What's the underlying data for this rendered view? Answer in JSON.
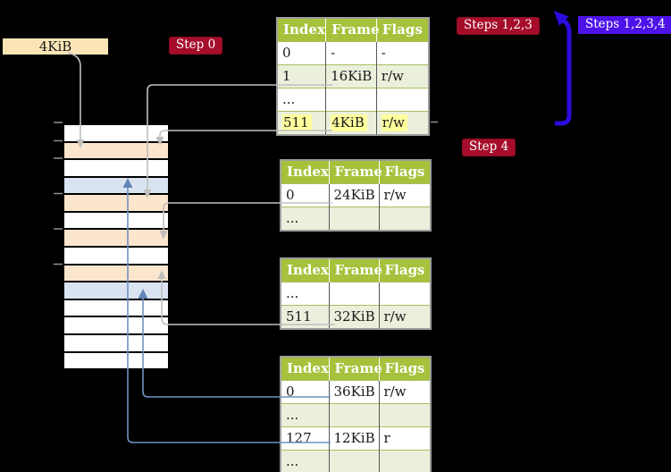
{
  "pointer_box": {
    "label": "4KiB"
  },
  "badges": {
    "step0": {
      "label": "Step 0"
    },
    "steps123": {
      "label": "Steps 1,2,3"
    },
    "steps1234": {
      "label": "Steps 1,2,3,4"
    },
    "step4": {
      "label": "Step 4"
    }
  },
  "tables": [
    {
      "columns": [
        "Index",
        "Frame",
        "Flags"
      ],
      "rows": [
        {
          "cells": [
            "0",
            "-",
            "-"
          ],
          "shaded": false,
          "highlighted": false
        },
        {
          "cells": [
            "1",
            "16KiB",
            "r/w"
          ],
          "shaded": true,
          "highlighted": false
        },
        {
          "cells": [
            "...",
            "",
            ""
          ],
          "shaded": false,
          "highlighted": false
        },
        {
          "cells": [
            "511",
            "4KiB",
            "r/w"
          ],
          "shaded": true,
          "highlighted": true
        }
      ]
    },
    {
      "columns": [
        "Index",
        "Frame",
        "Flags"
      ],
      "rows": [
        {
          "cells": [
            "0",
            "24KiB",
            "r/w"
          ],
          "shaded": false,
          "highlighted": false
        },
        {
          "cells": [
            "...",
            "",
            ""
          ],
          "shaded": true,
          "highlighted": false
        }
      ]
    },
    {
      "columns": [
        "Index",
        "Frame",
        "Flags"
      ],
      "rows": [
        {
          "cells": [
            "...",
            "",
            ""
          ],
          "shaded": false,
          "highlighted": false
        },
        {
          "cells": [
            "511",
            "32KiB",
            "r/w"
          ],
          "shaded": true,
          "highlighted": false
        }
      ]
    },
    {
      "columns": [
        "Index",
        "Frame",
        "Flags"
      ],
      "rows": [
        {
          "cells": [
            "0",
            "36KiB",
            "r/w"
          ],
          "shaded": false,
          "highlighted": false
        },
        {
          "cells": [
            "...",
            "",
            ""
          ],
          "shaded": true,
          "highlighted": false
        },
        {
          "cells": [
            "127",
            "12KiB",
            "r"
          ],
          "shaded": false,
          "highlighted": false
        },
        {
          "cells": [
            "...",
            "",
            ""
          ],
          "shaded": true,
          "highlighted": false
        }
      ]
    }
  ],
  "memory": {
    "rows": [
      "white",
      "peach",
      "white",
      "blue",
      "peach",
      "white",
      "peach",
      "white",
      "peach",
      "blue",
      "white",
      "white",
      "white",
      "white"
    ]
  },
  "colors": {
    "background": "#000000",
    "badge_red": "#A50D2B",
    "badge_blue": "#4D12E8",
    "thick_arrow_blue": "#2A0CDE",
    "thin_arrow_blue": "#7191C0",
    "thin_arrow_gray": "#BFBFBF",
    "table_header_green": "#A6C23C",
    "table_row_green": "#EBF0DC",
    "highlight_yellow": "#FFFF9E",
    "memory_white": "#FFFFFF",
    "memory_peach": "#FCE5CD",
    "memory_blue": "#DAE4F1",
    "pointer_box_wheat": "#FBE5B6"
  }
}
